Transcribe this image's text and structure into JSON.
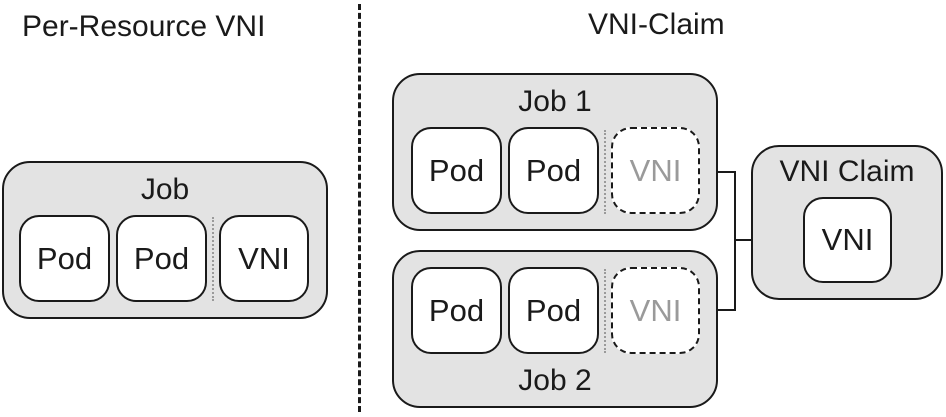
{
  "headings": {
    "left": "Per-Resource VNI",
    "right": "VNI-Claim"
  },
  "left_job": {
    "label": "Job",
    "pod_1": "Pod",
    "pod_2": "Pod",
    "vni": "VNI"
  },
  "job_1": {
    "label": "Job 1",
    "pod_1": "Pod",
    "pod_2": "Pod",
    "vni": "VNI"
  },
  "job_2": {
    "label": "Job 2",
    "pod_1": "Pod",
    "pod_2": "Pod",
    "vni": "VNI"
  },
  "vni_claim": {
    "label": "VNI Claim",
    "vni": "VNI"
  }
}
